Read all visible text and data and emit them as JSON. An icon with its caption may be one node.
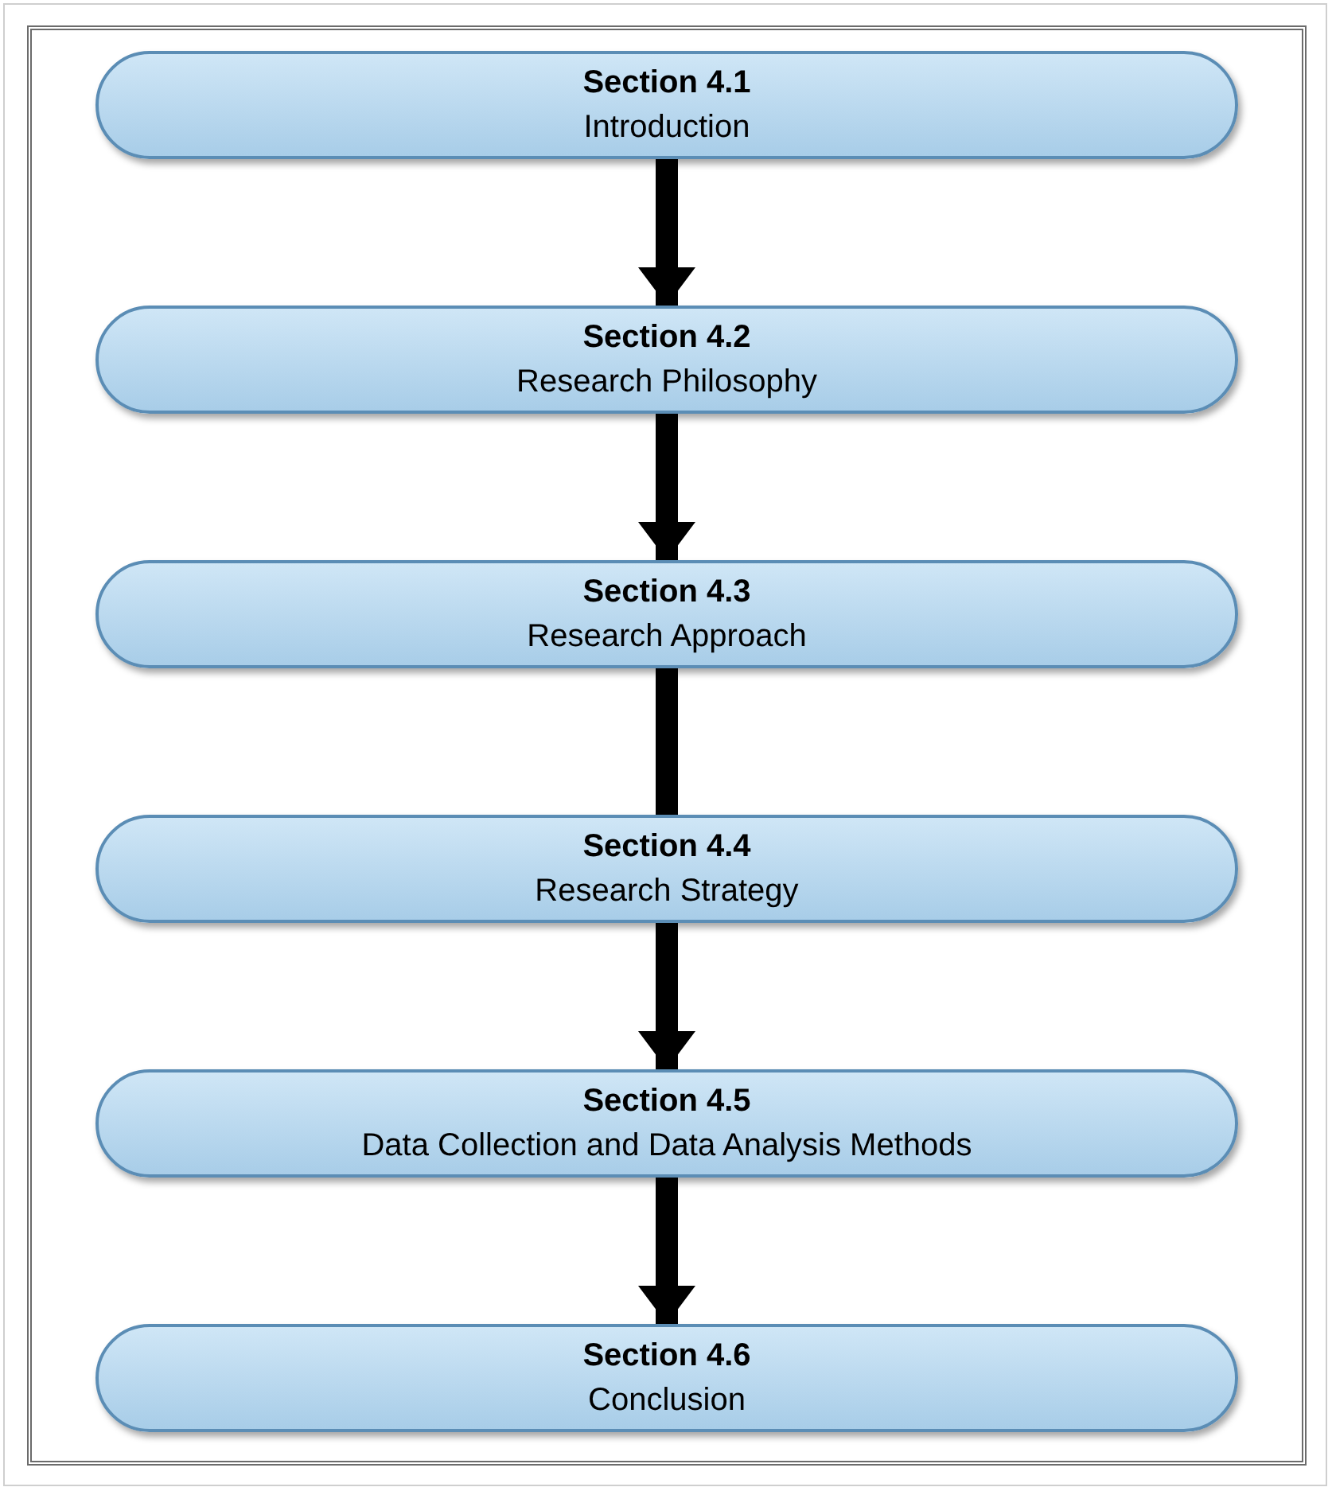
{
  "diagram": {
    "nodes": [
      {
        "text": [
          "Section 4.1",
          "Introduction"
        ]
      },
      {
        "text": [
          "Section 4.2",
          "Research Philosophy"
        ]
      },
      {
        "text": [
          "Section 4.3",
          "Research Approach"
        ]
      },
      {
        "text": [
          "Section 4.4",
          "Research Strategy"
        ]
      },
      {
        "text": [
          "Section 4.5",
          "Data Collection and Data Analysis Methods"
        ]
      },
      {
        "text": [
          "Section 4.6",
          "Conclusion"
        ]
      }
    ],
    "edges": [
      {
        "from": 0,
        "to": 1,
        "arrow": "to"
      },
      {
        "from": 1,
        "to": 2,
        "arrow": "to"
      },
      {
        "from": 2,
        "to": 3,
        "arrow": "none"
      },
      {
        "from": 3,
        "to": 4,
        "arrow": "to"
      },
      {
        "from": 4,
        "to": 5,
        "arrow": "to"
      }
    ]
  }
}
